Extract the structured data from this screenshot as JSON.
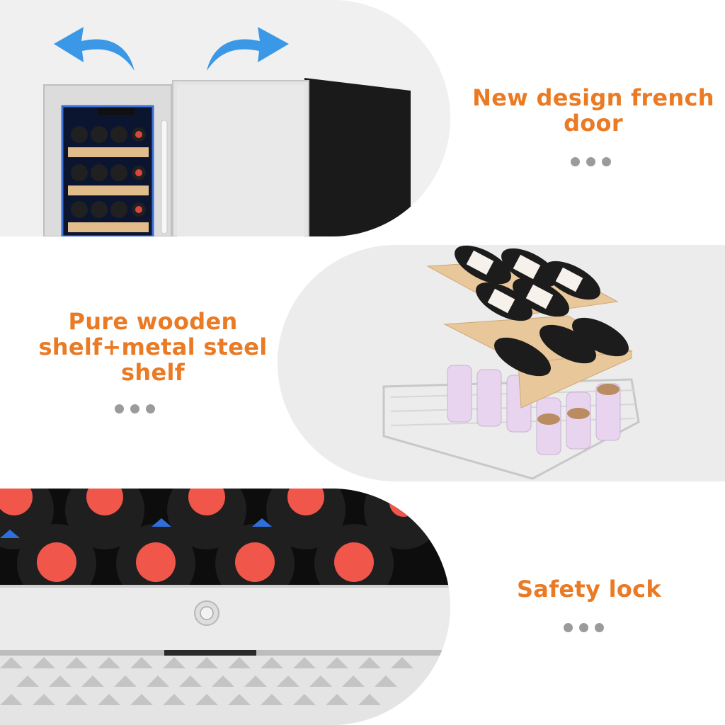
{
  "features": [
    {
      "title": "New design french door",
      "lines": [
        "New design french",
        "door"
      ],
      "icon": "french-door-fridge"
    },
    {
      "title": "Pure wooden shelf+metal steel shelf",
      "lines": [
        "Pure wooden",
        "shelf+metal steel",
        "shelf"
      ],
      "icon": "wooden-shelf-with-bottles"
    },
    {
      "title": "Safety lock",
      "lines": [
        "Safety lock"
      ],
      "icon": "lock-closeup"
    }
  ],
  "colors": {
    "heading": "#ea7a24",
    "panel": "#ededed",
    "dots": "#9b9b9b",
    "arrow": "#3a98e6",
    "bottle_cap": "#f0564a",
    "stainless": "#e4e4e4",
    "wood": "#e8c79a",
    "cans": "#e8d4ee"
  }
}
